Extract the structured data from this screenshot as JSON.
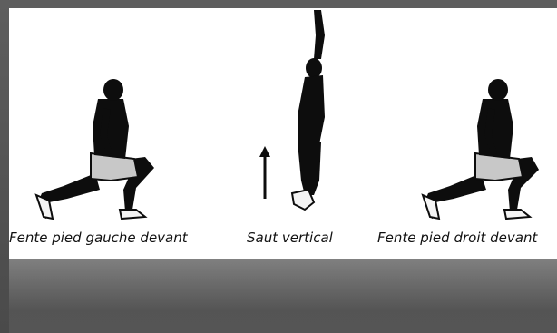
{
  "figures": [
    {
      "caption": "Fente pied gauche devant",
      "icon": "lunge-left-icon"
    },
    {
      "caption": "Saut vertical",
      "icon": "vertical-jump-icon"
    },
    {
      "caption": "Fente pied droit devant",
      "icon": "lunge-right-icon"
    }
  ],
  "colors": {
    "silhouette": "#0d0d0d",
    "shorts": "#c8c8c8",
    "background": "#ffffff",
    "frame": "#555555"
  }
}
